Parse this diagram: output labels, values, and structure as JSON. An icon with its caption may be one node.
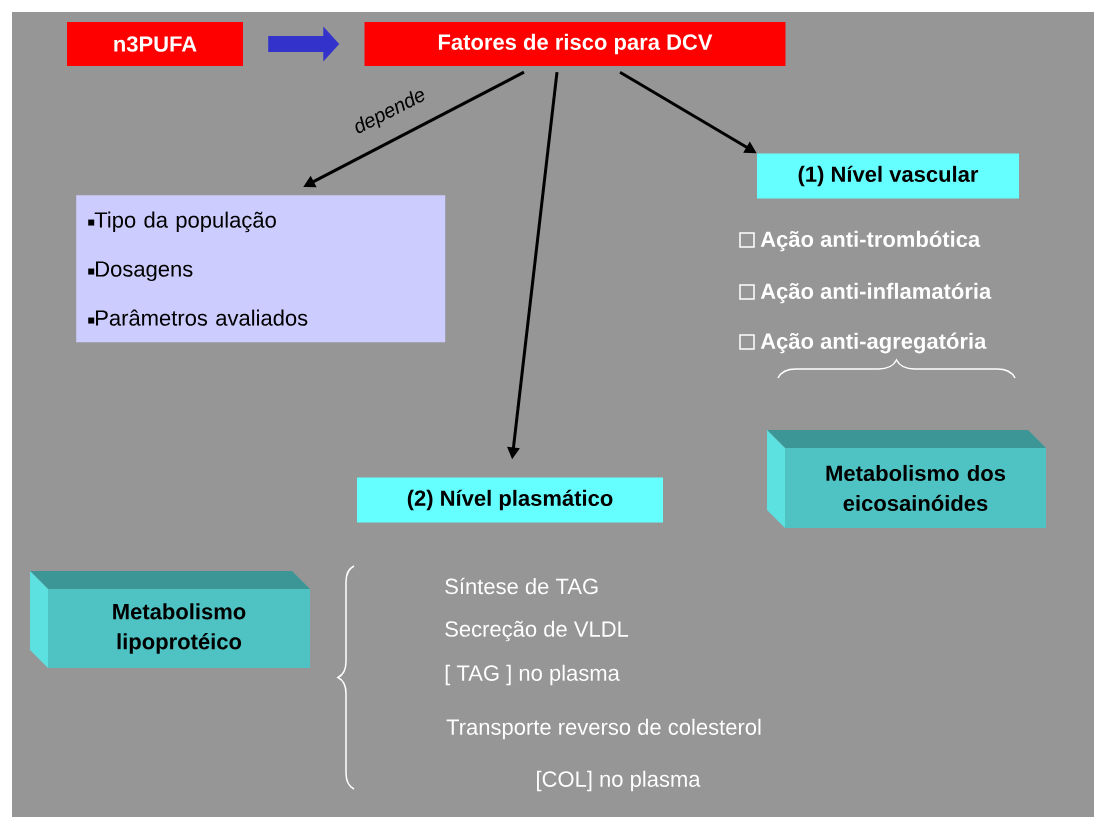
{
  "diagram": {
    "nodes": [
      {
        "text": [
          "n3PUFA"
        ]
      },
      {
        "text": [
          "Fatores de risco para DCV"
        ]
      },
      {
        "text": [
          "Tipo da população",
          "Dosagens",
          "Parâmetros avaliados"
        ]
      },
      {
        "text": [
          "(1) Nível vascular"
        ]
      },
      {
        "text": [
          "(2) Nível plasmático"
        ]
      },
      {
        "text": [
          "Metabolismo dos eicosainóides"
        ]
      },
      {
        "text": [
          "Metabolismo lipoprotéico"
        ]
      }
    ],
    "edges": [
      {
        "from": 0,
        "to": 1,
        "arrow": "to",
        "style": "thick",
        "color": "#3333cc"
      },
      {
        "from": 1,
        "to": 2,
        "arrow": "to",
        "label": "depende"
      },
      {
        "from": 1,
        "to": 4,
        "arrow": "to"
      },
      {
        "from": 1,
        "to": 3,
        "arrow": "to"
      }
    ],
    "labels": [
      "Ação anti-trombótica",
      "Ação anti-inflamatória",
      "Ação anti-agregatória",
      "Síntese de TAG",
      "Secreção de VLDL",
      "[ TAG ] no plasma",
      "Transporte reverso de colesterol",
      "[COL] no plasma"
    ]
  }
}
